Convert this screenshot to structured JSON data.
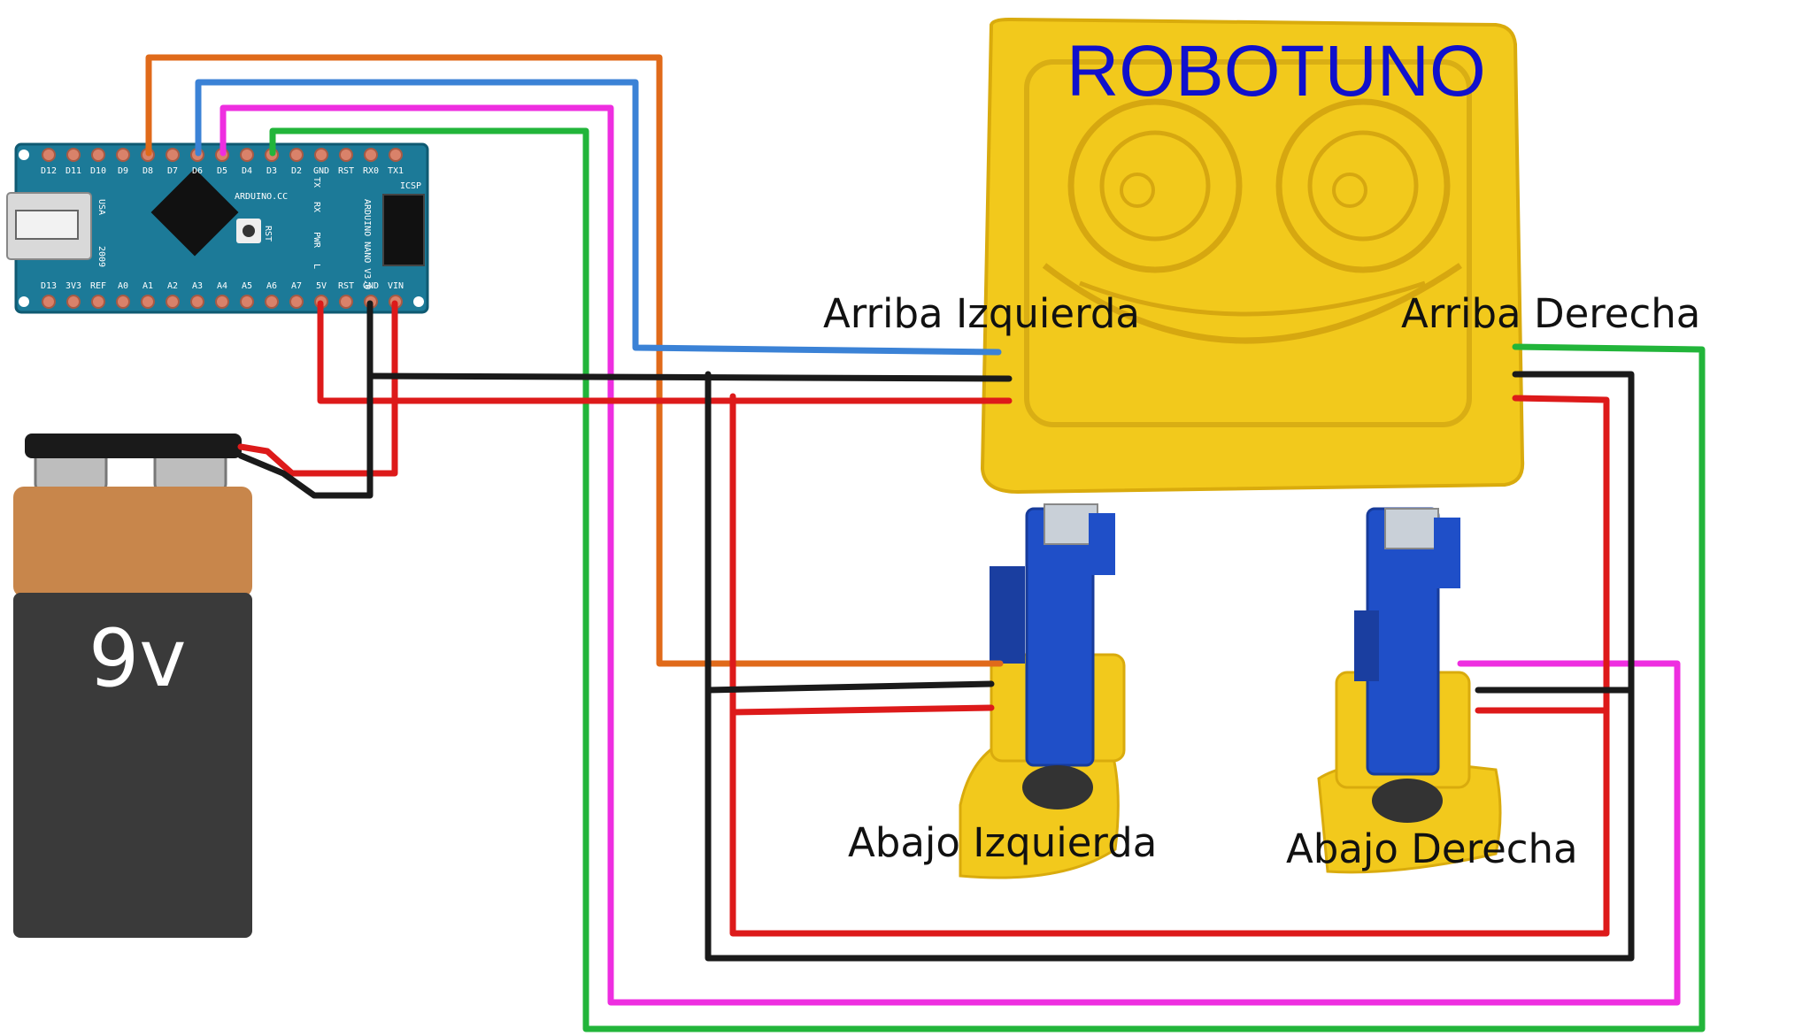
{
  "title": "ROBOTUNO",
  "servo_labels": {
    "top_left": "Arriba Izquierda",
    "top_right": "Arriba Derecha",
    "bottom_left": "Abajo Izquierda",
    "bottom_right": "Abajo Derecha"
  },
  "battery": {
    "label": "9v"
  },
  "arduino": {
    "top_pins": [
      "D12",
      "D11",
      "D10",
      "D9",
      "D8",
      "D7",
      "D6",
      "D5",
      "D4",
      "D3",
      "D2",
      "GND",
      "RST",
      "RX0",
      "TX1"
    ],
    "bottom_pins": [
      "D13",
      "3V3",
      "REF",
      "A0",
      "A1",
      "A2",
      "A3",
      "A4",
      "A5",
      "A6",
      "A7",
      "5V",
      "RST",
      "GND",
      "VIN"
    ],
    "usa": "USA",
    "year": "2009",
    "site": "ARDUINO.CC",
    "model": "ARDUINO NANO V3.0",
    "rst": "RST",
    "icsp": "ICSP",
    "leds": [
      "TX",
      "RX",
      "PWR",
      "L"
    ]
  },
  "colors": {
    "orange": "#e06a1a",
    "blue": "#3b82d6",
    "magenta": "#ee2ee0",
    "green": "#22b53a",
    "red": "#dd1a1a",
    "black": "#1a1a1a",
    "board": "#1c7a98",
    "robot": "#f2c91c",
    "servo": "#1f4fc8"
  }
}
